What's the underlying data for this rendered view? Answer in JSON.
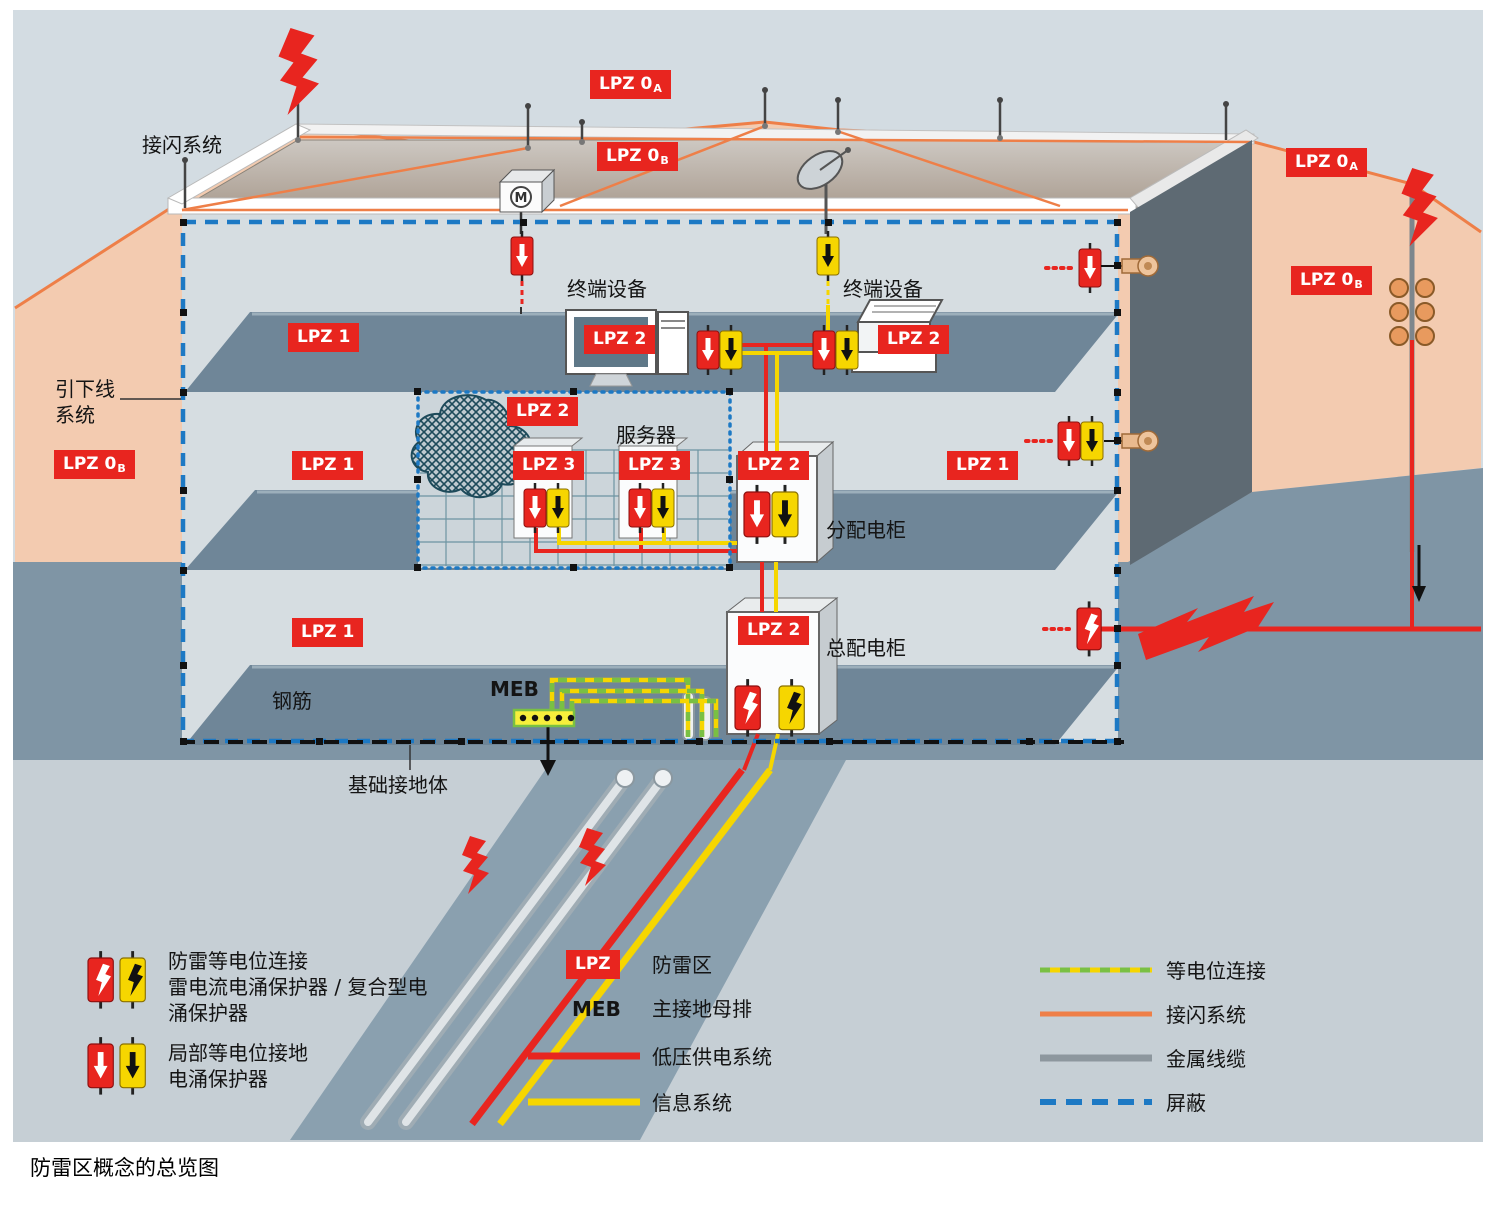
{
  "caption": "防雷区概念的总览图",
  "colors": {
    "red": "#e8251f",
    "yellow": "#f6d600",
    "orange": "#ee7f48",
    "shield_blue": "#1d79c4",
    "equipotential_green": "#79c043",
    "peach_zone": "#f3cbb0",
    "ground": "#7f95a5"
  },
  "diagram": {
    "air_termination": "接闪系统",
    "terminal_left": "终端设备",
    "terminal_right": "终端设备",
    "down_conductor_line1": "引下线",
    "down_conductor_line2": "系统",
    "server": "服务器",
    "distribution_cabinet": "分配电柜",
    "main_distribution_cabinet": "总配电柜",
    "rebar": "钢筋",
    "meb": "MEB",
    "foundation_earth": "基础接地体",
    "motor": "M"
  },
  "badges": {
    "lpz0a_top": {
      "main": "LPZ 0",
      "sub": "A"
    },
    "lpz0b_roof": {
      "main": "LPZ 0",
      "sub": "B"
    },
    "lpz0a_right": {
      "main": "LPZ 0",
      "sub": "A"
    },
    "lpz0b_right": {
      "main": "LPZ 0",
      "sub": "B"
    },
    "lpz0b_left": {
      "main": "LPZ 0",
      "sub": "B"
    },
    "lpz1_floor1": {
      "main": "LPZ 1"
    },
    "lpz2_terminal_left": {
      "main": "LPZ 2"
    },
    "lpz2_terminal_right": {
      "main": "LPZ 2"
    },
    "lpz2_room": {
      "main": "LPZ 2"
    },
    "lpz1_floor2": {
      "main": "LPZ 1"
    },
    "lpz3_server1": {
      "main": "LPZ 3"
    },
    "lpz3_server2": {
      "main": "LPZ 3"
    },
    "lpz2_dist": {
      "main": "LPZ 2"
    },
    "lpz1_right": {
      "main": "LPZ 1"
    },
    "lpz1_floor3": {
      "main": "LPZ 1"
    },
    "lpz2_main": {
      "main": "LPZ 2"
    }
  },
  "legend": {
    "spd_type1_line1": "防雷等电位连接",
    "spd_type1_line2": "雷电流电涌保护器 / 复合型电",
    "spd_type1_line3": "涌保护器",
    "spd_type2_line1": "局部等电位接地",
    "spd_type2_line2": "电涌保护器",
    "lpz_badge": "LPZ",
    "lpz_label": "防雷区",
    "meb_abbr": "MEB",
    "meb_label": "主接地母排",
    "power_label": "低压供电系统",
    "info_label": "信息系统",
    "equipotential_label": "等电位连接",
    "air_termination_label": "接闪系统",
    "metal_cable_label": "金属线缆",
    "shield_label": "屏蔽"
  }
}
